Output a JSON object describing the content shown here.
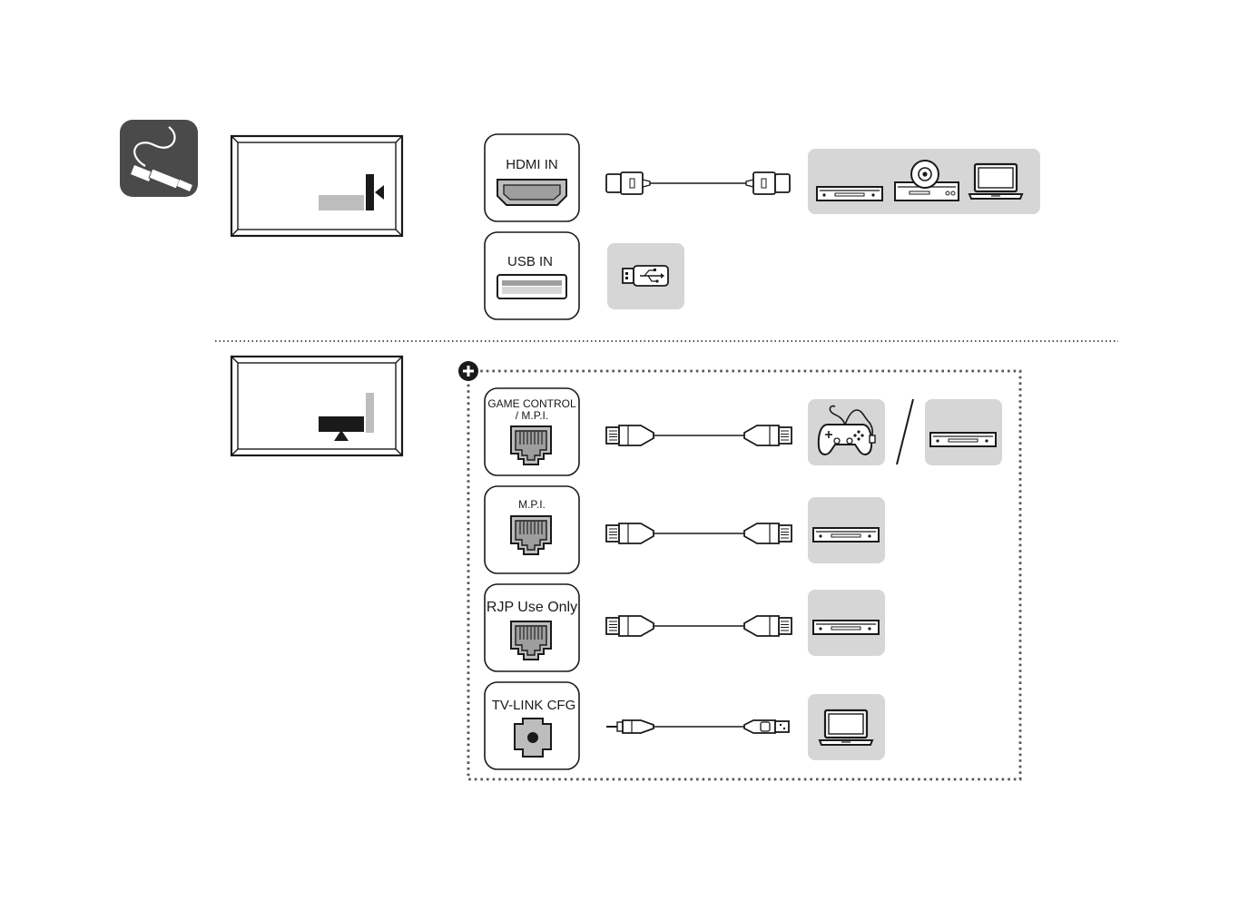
{
  "ports": {
    "hdmi_in": "HDMI IN",
    "usb_in": "USB IN",
    "game_control_line1": "GAME CONTROL",
    "game_control_line2": "/ M.P.I.",
    "mpi": "M.P.I.",
    "rjp": "RJP Use Only",
    "tvlink": "TV-LINK CFG"
  },
  "icons": {
    "connection": "cable-plug-icon",
    "add": "plus-circle-icon",
    "usb": "usb-drive-icon",
    "dvd": "dvd-player-icon",
    "bluray": "disc-player-icon",
    "laptop": "laptop-icon",
    "gamepad": "gamepad-icon",
    "hdmi_cable": "hdmi-cable-icon",
    "rj45_cable": "rj45-cable-icon",
    "audio_usb_cable": "audio-jack-to-usb-cable-icon"
  },
  "colors": {
    "stroke": "#1a1a1a",
    "panel": "#d6d6d6",
    "icon_bg": "#4a4a4a",
    "port_gray": "#9e9e9e"
  }
}
